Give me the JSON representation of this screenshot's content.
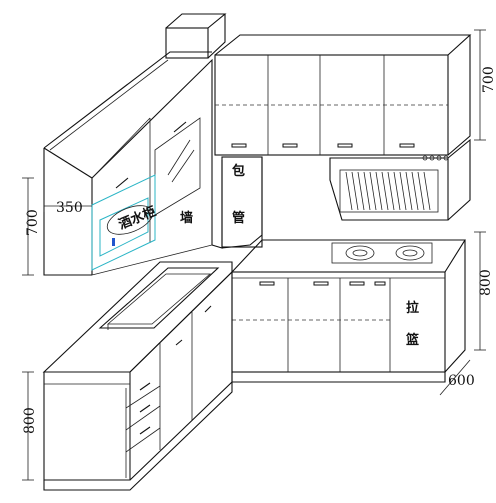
{
  "dimensions": {
    "upper_cabinet_height": "700",
    "upper_cabinet_height_left": "700",
    "side_depth": "350",
    "base_height_right": "800",
    "base_height_left": "800",
    "base_depth": "600"
  },
  "labels": {
    "wall": "墙",
    "pipe_1": "包",
    "pipe_2": "管",
    "basket_1": "拉",
    "basket_2": "篮",
    "wine_rack": "酒水柜"
  },
  "colors": {
    "line": "#111111",
    "accent": "#2bb5c6"
  }
}
